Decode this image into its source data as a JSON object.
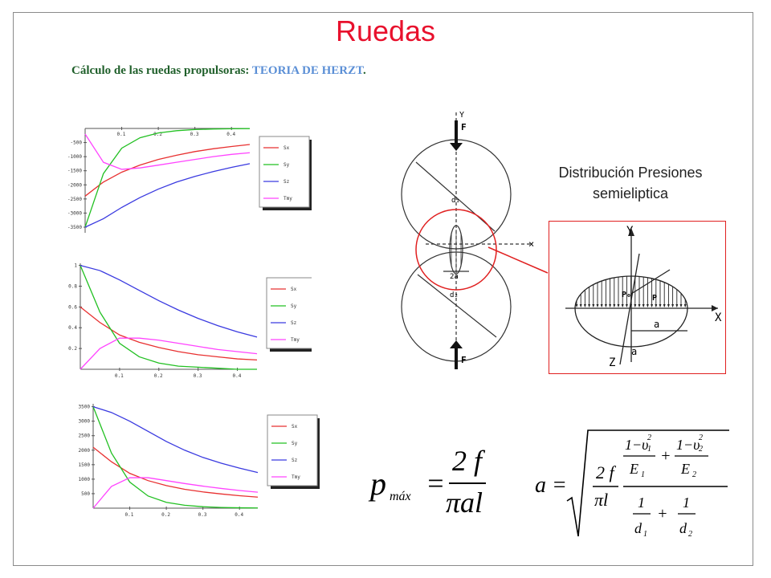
{
  "slide": {
    "title": "Ruedas",
    "subtitle_main": "Cálculo de las ruedas propulsoras: ",
    "subtitle_highlight": "TEORIA DE HERZT",
    "subtitle_end": ".",
    "caption_line1": "Distribución Presiones",
    "caption_line2": "semieliptica"
  },
  "diagram": {
    "force_label": "F",
    "y_axis": "Y",
    "x_axis": "×",
    "d1_label": "d₁",
    "d2_label": "d₂",
    "contact_label": "2a"
  },
  "inset": {
    "y_axis": "Y",
    "x_axis": "X",
    "z_axis": "Z",
    "p0_label": "P₀",
    "p_label": "P",
    "a_label": "a",
    "a2_label": "a"
  },
  "formula1": {
    "lhs": "p",
    "sub": "máx",
    "eq": "=",
    "num": "2 f",
    "den": "πal"
  },
  "formula2": {
    "lhs": "a =",
    "num2f": "2 f",
    "den_pl": "πl",
    "one1": "1−υ",
    "e1": "E",
    "one2": "1−υ",
    "e2": "E",
    "plus": "+",
    "one3": "1",
    "d1": "d",
    "one4": "1",
    "d2": "d",
    "sq": "2",
    "s1": "1",
    "s2": "2"
  },
  "chart_data": [
    {
      "type": "line",
      "xlabel": "",
      "ylabel": "",
      "x_ticks": [
        "0.1",
        "0.2",
        "0.3",
        "0.4"
      ],
      "y_ticks": [
        "-500",
        "-1000",
        "-1500",
        "-2000",
        "-2500",
        "-3000",
        "-3500"
      ],
      "xlim": [
        0,
        0.45
      ],
      "ylim": [
        -3700,
        0
      ],
      "legend": "right",
      "series": [
        {
          "name": "Sx",
          "color": "#e83030",
          "x": [
            0,
            0.05,
            0.1,
            0.15,
            0.2,
            0.25,
            0.3,
            0.35,
            0.4,
            0.45
          ],
          "y": [
            -2400,
            -1900,
            -1550,
            -1300,
            -1100,
            -950,
            -820,
            -720,
            -640,
            -570
          ]
        },
        {
          "name": "Sy",
          "color": "#22c022",
          "x": [
            0,
            0.05,
            0.1,
            0.15,
            0.2,
            0.25,
            0.3,
            0.35,
            0.4,
            0.45
          ],
          "y": [
            -3500,
            -1600,
            -700,
            -330,
            -160,
            -80,
            -40,
            -20,
            -10,
            -5
          ]
        },
        {
          "name": "Sz",
          "color": "#3a3ae0",
          "x": [
            0,
            0.05,
            0.1,
            0.15,
            0.2,
            0.25,
            0.3,
            0.35,
            0.4,
            0.45
          ],
          "y": [
            -3500,
            -3200,
            -2800,
            -2450,
            -2150,
            -1900,
            -1700,
            -1530,
            -1380,
            -1250
          ]
        },
        {
          "name": "Tmy",
          "color": "#ff44ff",
          "x": [
            0,
            0.05,
            0.1,
            0.15,
            0.2,
            0.25,
            0.3,
            0.35,
            0.4,
            0.45
          ],
          "y": [
            -200,
            -1200,
            -1450,
            -1400,
            -1300,
            -1200,
            -1100,
            -1000,
            -920,
            -860
          ]
        }
      ]
    },
    {
      "type": "line",
      "xlabel": "",
      "ylabel": "",
      "x_ticks": [
        "0.1",
        "0.2",
        "0.3",
        "0.4"
      ],
      "y_ticks": [
        "1",
        "0.8",
        "0.6",
        "0.4",
        "0.2"
      ],
      "xlim": [
        0,
        0.45
      ],
      "ylim": [
        0,
        1.02
      ],
      "legend": "right",
      "series": [
        {
          "name": "Sx",
          "color": "#e83030",
          "x": [
            0,
            0.05,
            0.1,
            0.15,
            0.2,
            0.25,
            0.3,
            0.35,
            0.4,
            0.45
          ],
          "y": [
            0.6,
            0.45,
            0.33,
            0.26,
            0.21,
            0.17,
            0.14,
            0.12,
            0.1,
            0.09
          ]
        },
        {
          "name": "Sy",
          "color": "#22c022",
          "x": [
            0,
            0.05,
            0.1,
            0.15,
            0.2,
            0.25,
            0.3,
            0.35,
            0.4,
            0.45
          ],
          "y": [
            1.0,
            0.55,
            0.25,
            0.12,
            0.06,
            0.03,
            0.02,
            0.01,
            0.0,
            0.0
          ]
        },
        {
          "name": "Sz",
          "color": "#3a3ae0",
          "x": [
            0,
            0.05,
            0.1,
            0.15,
            0.2,
            0.25,
            0.3,
            0.35,
            0.4,
            0.45
          ],
          "y": [
            1.0,
            0.95,
            0.86,
            0.76,
            0.66,
            0.57,
            0.49,
            0.42,
            0.36,
            0.31
          ]
        },
        {
          "name": "Tmy",
          "color": "#ff44ff",
          "x": [
            0,
            0.05,
            0.1,
            0.15,
            0.2,
            0.25,
            0.3,
            0.35,
            0.4,
            0.45
          ],
          "y": [
            0.0,
            0.2,
            0.3,
            0.3,
            0.28,
            0.25,
            0.22,
            0.19,
            0.17,
            0.15
          ]
        }
      ]
    },
    {
      "type": "line",
      "xlabel": "",
      "ylabel": "",
      "x_ticks": [
        "0.1",
        "0.2",
        "0.3",
        "0.4"
      ],
      "y_ticks": [
        "3500",
        "3000",
        "2500",
        "2000",
        "1500",
        "1000",
        "500"
      ],
      "xlim": [
        0,
        0.45
      ],
      "ylim": [
        0,
        3600
      ],
      "legend": "right",
      "series": [
        {
          "name": "Sx",
          "color": "#e83030",
          "x": [
            0,
            0.05,
            0.1,
            0.15,
            0.2,
            0.25,
            0.3,
            0.35,
            0.4,
            0.45
          ],
          "y": [
            2100,
            1600,
            1200,
            950,
            780,
            650,
            560,
            490,
            430,
            380
          ]
        },
        {
          "name": "Sy",
          "color": "#22c022",
          "x": [
            0,
            0.05,
            0.1,
            0.15,
            0.2,
            0.25,
            0.3,
            0.35,
            0.4,
            0.45
          ],
          "y": [
            3500,
            1900,
            900,
            420,
            200,
            100,
            50,
            25,
            12,
            6
          ]
        },
        {
          "name": "Sz",
          "color": "#3a3ae0",
          "x": [
            0,
            0.05,
            0.1,
            0.15,
            0.2,
            0.25,
            0.3,
            0.35,
            0.4,
            0.45
          ],
          "y": [
            3500,
            3300,
            3000,
            2650,
            2300,
            2000,
            1750,
            1550,
            1380,
            1230
          ]
        },
        {
          "name": "Tmy",
          "color": "#ff44ff",
          "x": [
            0,
            0.05,
            0.1,
            0.15,
            0.2,
            0.25,
            0.3,
            0.35,
            0.4,
            0.45
          ],
          "y": [
            0,
            750,
            1050,
            1050,
            950,
            850,
            760,
            680,
            610,
            550
          ]
        }
      ]
    }
  ]
}
